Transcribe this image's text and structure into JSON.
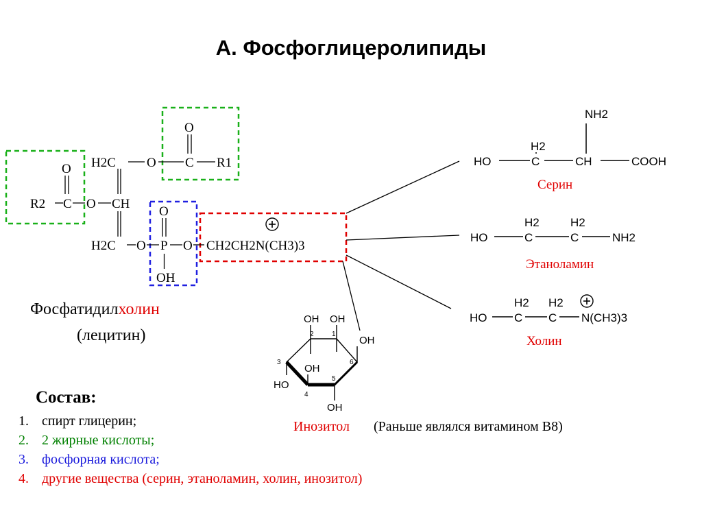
{
  "title": "А. Фосфоглицеролипиды",
  "lecithin": {
    "h2c_top": "H2C",
    "o_top": "O",
    "c_top": "C",
    "o_dbl_top": "O",
    "r1": "R1",
    "r2": "R2",
    "c_left": "C",
    "o_dbl_left": "O",
    "o_mid": "O",
    "ch_mid": "CH",
    "h2c_bottom": "H2C",
    "o_left_p": "O",
    "p": "P",
    "o_dbl_p": "O",
    "oh_p": "OH",
    "o_right_p": "O",
    "choline_chain": "CH2CH2N(CH3)3",
    "charge": "+"
  },
  "name_line1_black": "Фосфатидил",
  "name_line1_red": "холин",
  "name_line2": "(лецитин)",
  "serine": {
    "nh2": "NH2",
    "ho": "HO",
    "h2": "H2",
    "c": "C",
    "ch": "CH",
    "cooh": "COOH",
    "label": "Серин"
  },
  "ethanolamine": {
    "ho": "HO",
    "h2a": "H2",
    "h2b": "H2",
    "c1": "C",
    "c2": "C",
    "nh2": "NH2",
    "label": "Этаноламин"
  },
  "choline": {
    "ho": "HO",
    "h2a": "H2",
    "h2b": "H2",
    "c1": "C",
    "c2": "C",
    "n": "N(CH3)3",
    "charge": "+",
    "label": "Холин"
  },
  "inositol": {
    "oh_labels": [
      "OH",
      "OH",
      "OH",
      "OH",
      "HO",
      "OH"
    ],
    "numbers": [
      "1",
      "2",
      "3",
      "4",
      "5",
      "6"
    ],
    "label": "Инозитол",
    "note": "(Раньше являлся витамином B8)"
  },
  "composition": {
    "heading": "Состав:",
    "items": [
      {
        "num": "1.",
        "text": "спирт глицерин;",
        "color": "#000000"
      },
      {
        "num": "2.",
        "text": "2 жирные кислоты;",
        "color": "#008000"
      },
      {
        "num": "3.",
        "text": "фосфорная кислота;",
        "color": "#1a1adc"
      },
      {
        "num": "4.",
        "text": "другие вещества (серин, этаноламин, холин, инозитол)",
        "color": "#e00000"
      }
    ]
  },
  "colors": {
    "green_box": "#19b019",
    "blue_box": "#2020e0",
    "red_box": "#e00000",
    "label_red": "#e00000"
  }
}
